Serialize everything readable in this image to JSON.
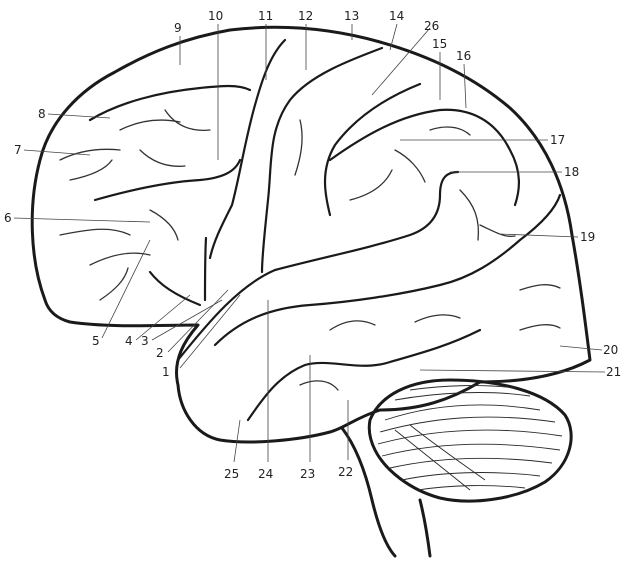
{
  "labels": [
    "1",
    "2",
    "3",
    "4",
    "5",
    "6",
    "7",
    "8",
    "9",
    "10",
    "11",
    "12",
    "13",
    "14",
    "15",
    "16",
    "17",
    "18",
    "19",
    "20",
    "21",
    "22",
    "23",
    "24",
    "25",
    "26"
  ],
  "colors": {
    "ink": "#1a1a1a",
    "background": "#ffffff"
  }
}
